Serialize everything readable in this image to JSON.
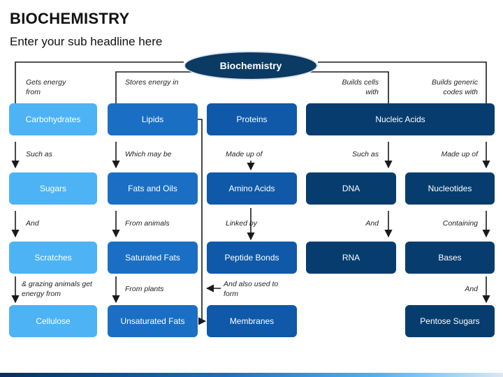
{
  "page": {
    "title": "BIOCHEMISTRY",
    "subtitle": "Enter your sub headline here"
  },
  "root": {
    "label": "Biochemistry"
  },
  "nodes": {
    "carbohydrates": "Carbohydrates",
    "lipids": "Lipids",
    "proteins": "Proteins",
    "nucleic_acids": "Nucleic Acids",
    "sugars": "Sugars",
    "fats_and_oils": "Fats and Oils",
    "amino_acids": "Amino Acids",
    "dna": "DNA",
    "nucleotides": "Nucleotides",
    "scratches": "Scratches",
    "saturated_fats": "Saturated Fats",
    "peptide_bonds": "Peptide Bonds",
    "rna": "RNA",
    "bases": "Bases",
    "cellulose": "Cellulose",
    "unsaturated_fats": "Unsaturated Fats",
    "membranes": "Membranes",
    "pentose_sugars": "Pentose Sugars"
  },
  "labels": {
    "gets_energy_from": "Gets energy from",
    "stores_energy_in": "Stores energy in",
    "builds_cells_with": "Builds cells with",
    "builds_generic_codes_with": "Builds generic codes with",
    "such_as_1": "Such as",
    "which_may_be": "Which may be",
    "made_up_of_1": "Made up of",
    "such_as_2": "Such as",
    "made_up_of_2": "Made up of",
    "and_1": "And",
    "from_animals": "From animals",
    "linked_by": "Linked by",
    "and_2": "And",
    "containing": "Containing",
    "grazing_animals": "& grazing animals get energy from",
    "from_plants": "From plants",
    "and_also_used": "And also used to form",
    "and_3": "And"
  },
  "colors": {
    "carbohydrate_branch": "#4db3f5",
    "lipid_branch": "#1a6fc4",
    "protein_branch": "#0f59a8",
    "nucleic_branch": "#063d6e",
    "root": "#0b3a63"
  }
}
